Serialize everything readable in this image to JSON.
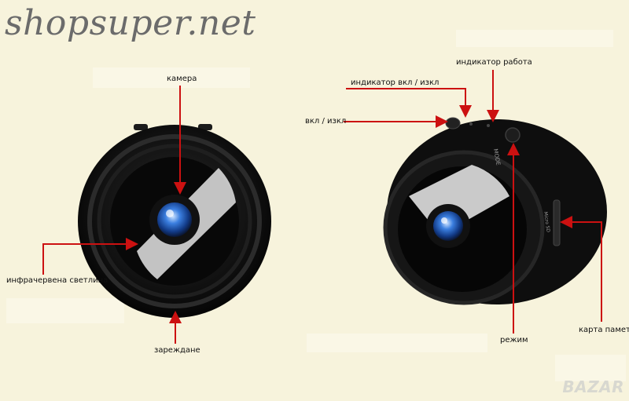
{
  "watermark_text": "shopsuper.net",
  "brand_mark": "BAZAR",
  "labels": {
    "camera": "камера",
    "infrared": "инфрачервена светлина",
    "charging": "зареждане",
    "power_indicator": "индикатор вкл / изкл",
    "work_indicator": "индикатор работа",
    "power_switch": "вкл / изкл",
    "mode": "режим",
    "memory_card": "карта памет"
  },
  "device_markings": {
    "mode_button": "MODE",
    "microsd_slot": "Micro SD"
  },
  "colors": {
    "background": "#f7f3dc",
    "arrow": "#cc1111",
    "device_body": "#111111",
    "lens": "#2f6fd0"
  }
}
